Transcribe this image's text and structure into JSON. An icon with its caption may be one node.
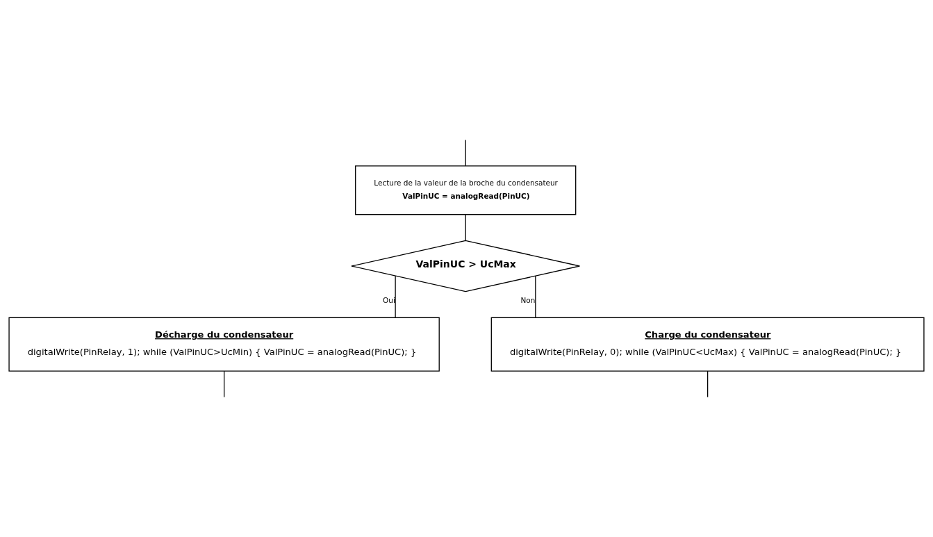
{
  "diagram": {
    "nodes": [
      {
        "text": [
          "Lecture de la valeur de la broche du condensateur",
          "ValPinUC = analogRead(PinUC)"
        ]
      },
      {
        "text": [
          "ValPinUC > UcMax"
        ]
      },
      {
        "text": [
          "Décharge du condensateur",
          "digitalWrite(PinRelay, 1); while (ValPinUC>UcMin) { ValPinUC = analogRead(PinUC); }"
        ]
      },
      {
        "text": [
          "Charge du condensateur",
          "digitalWrite(PinRelay, 0); while (ValPinUC<UcMax) { ValPinUC = analogRead(PinUC); }"
        ]
      }
    ],
    "edges": [
      {
        "from": null,
        "to": 0,
        "arrow": "none"
      },
      {
        "from": 0,
        "to": 1,
        "arrow": "none"
      },
      {
        "from": 1,
        "to": 2,
        "arrow": "none",
        "label": "Oui"
      },
      {
        "from": 1,
        "to": 3,
        "arrow": "none",
        "label": "Non"
      },
      {
        "from": 2,
        "to": null,
        "arrow": "none"
      },
      {
        "from": 3,
        "to": null,
        "arrow": "none"
      }
    ]
  }
}
